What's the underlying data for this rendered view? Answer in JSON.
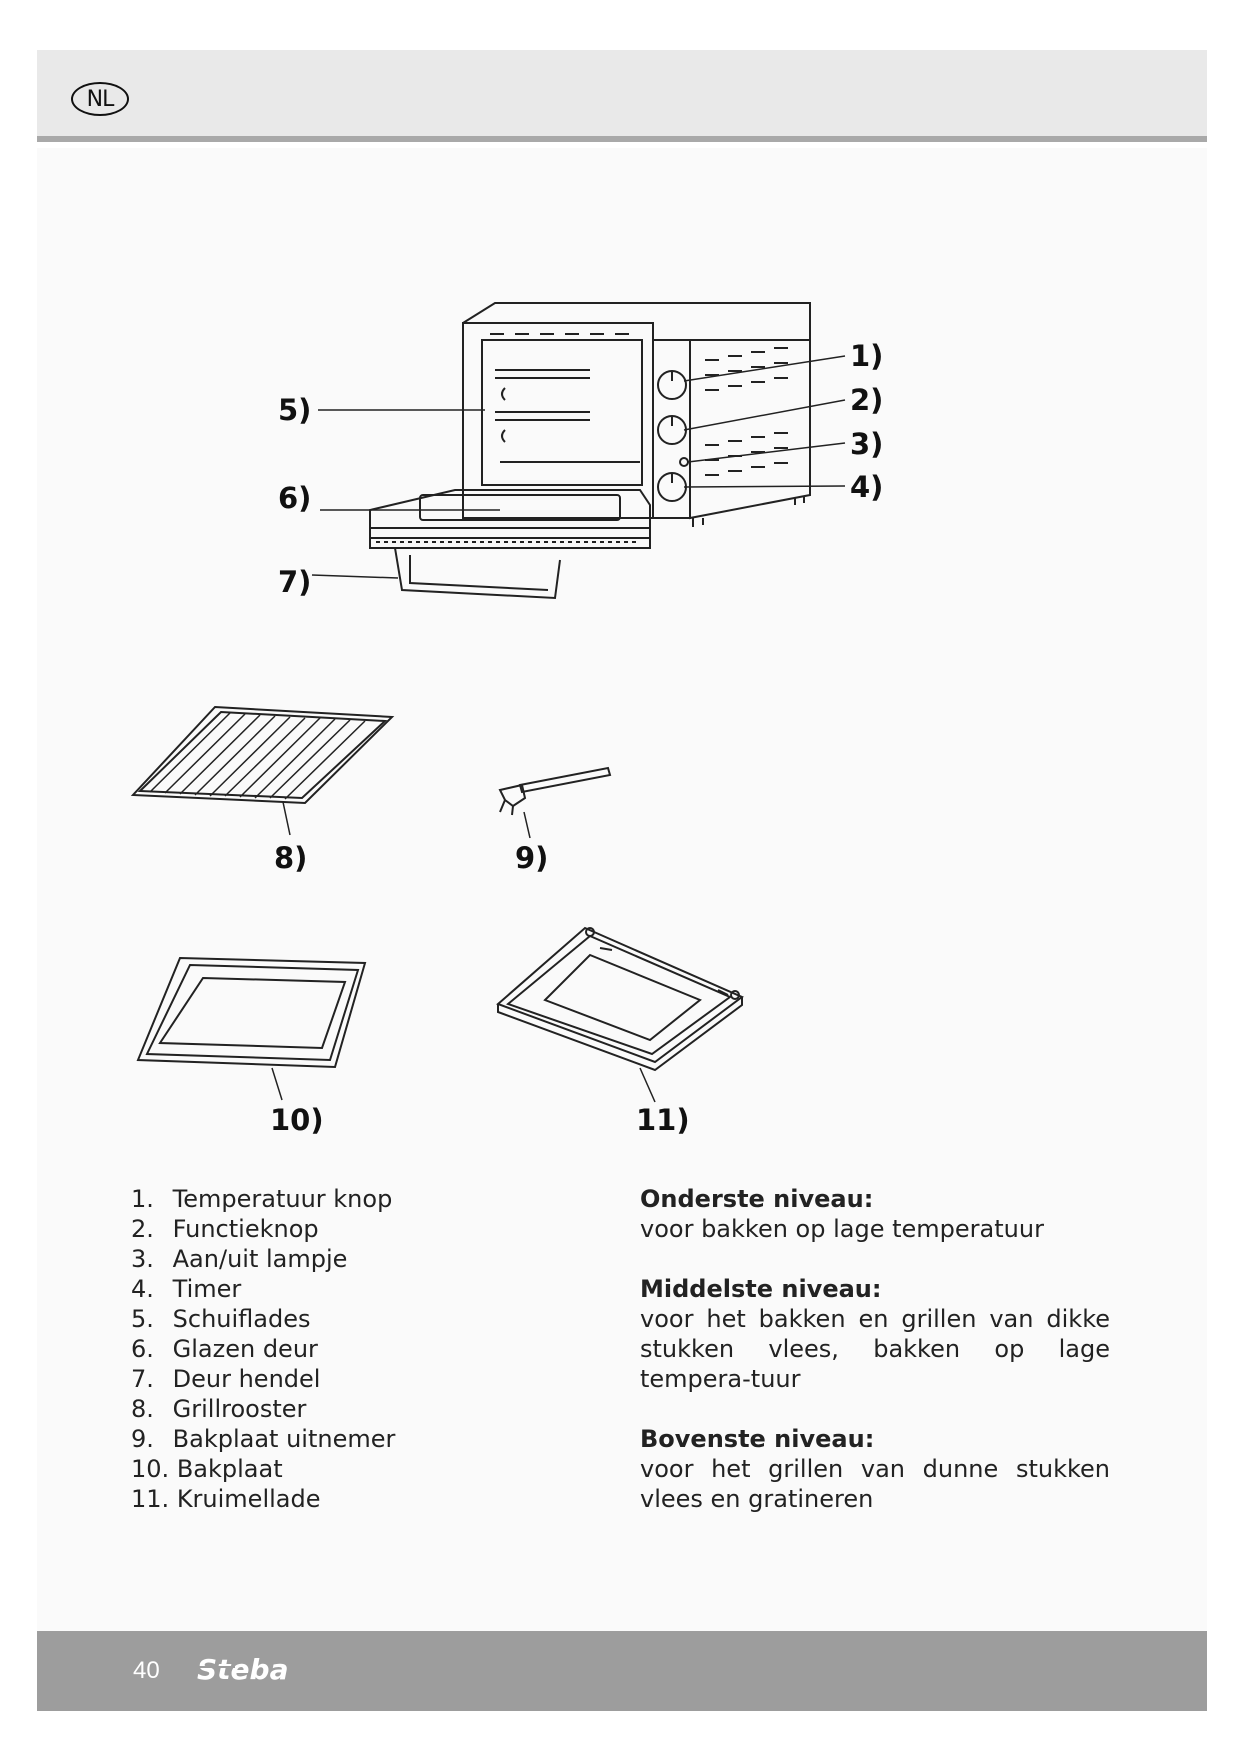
{
  "header": {
    "language_badge": "NL"
  },
  "figure": {
    "labels": [
      "1)",
      "2)",
      "3)",
      "4)",
      "5)",
      "6)",
      "7)",
      "8)",
      "9)",
      "10)",
      "11)"
    ]
  },
  "parts": [
    {
      "num": "1.",
      "label": "Temperatuur knop"
    },
    {
      "num": "2.",
      "label": "Functieknop"
    },
    {
      "num": "3.",
      "label": "Aan/uit lampje"
    },
    {
      "num": "4.",
      "label": "Timer"
    },
    {
      "num": "5.",
      "label": "Schuiflades"
    },
    {
      "num": "6.",
      "label": "Glazen deur"
    },
    {
      "num": "7.",
      "label": "Deur hendel"
    },
    {
      "num": "8.",
      "label": "Grillrooster"
    },
    {
      "num": "9.",
      "label": "Bakplaat uitnemer"
    },
    {
      "num": "10.",
      "label": "Bakplaat"
    },
    {
      "num": "11.",
      "label": "Kruimellade"
    }
  ],
  "levels": [
    {
      "title": "Onderste niveau:",
      "text": "voor bakken op lage temperatuur"
    },
    {
      "title": "Middelste niveau:",
      "text": "voor het bakken en grillen van dikke stukken vlees, bakken op lage tempera-tuur"
    },
    {
      "title": "Bovenste niveau:",
      "text": "voor het grillen van dunne stukken vlees en gratineren"
    }
  ],
  "footer": {
    "page_number": "40",
    "brand": "Steba"
  }
}
